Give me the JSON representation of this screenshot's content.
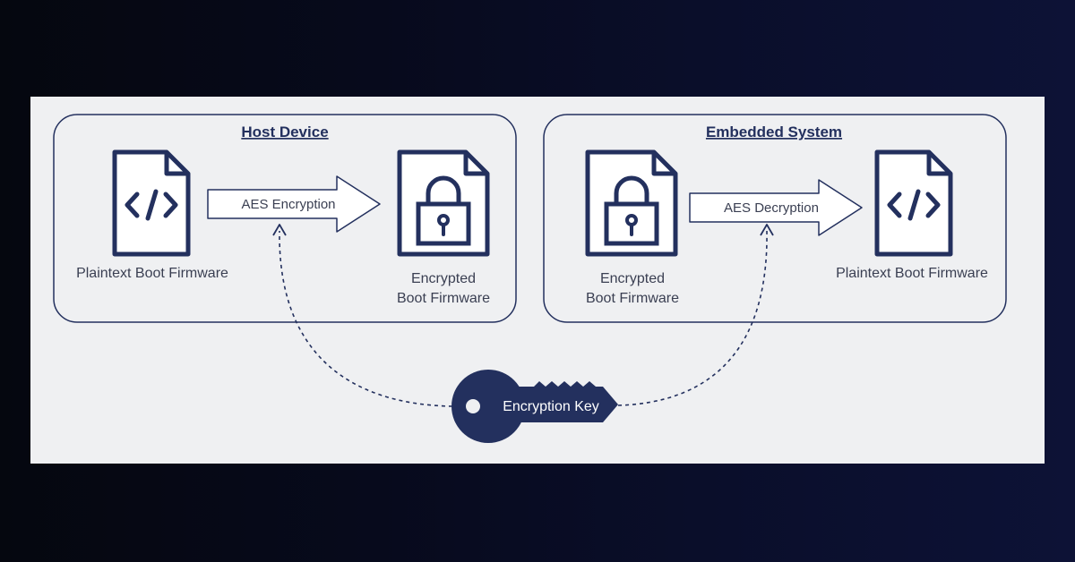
{
  "colors": {
    "panel_bg": "#eff0f2",
    "navy": "#23305e",
    "text": "#3a3f52",
    "white": "#ffffff"
  },
  "host": {
    "title": "Host Device",
    "source_label": "Plaintext Boot Firmware",
    "arrow_label": "AES Encryption",
    "target_label_line1": "Encrypted",
    "target_label_line2": "Boot Firmware"
  },
  "embedded": {
    "title": "Embedded System",
    "source_label_line1": "Encrypted",
    "source_label_line2": "Boot Firmware",
    "arrow_label": "AES Decryption",
    "target_label": "Plaintext Boot Firmware"
  },
  "key": {
    "label": "Encryption Key"
  },
  "icons": {
    "code_file": "code-file-icon",
    "locked_file": "locked-file-icon",
    "key": "key-icon"
  }
}
